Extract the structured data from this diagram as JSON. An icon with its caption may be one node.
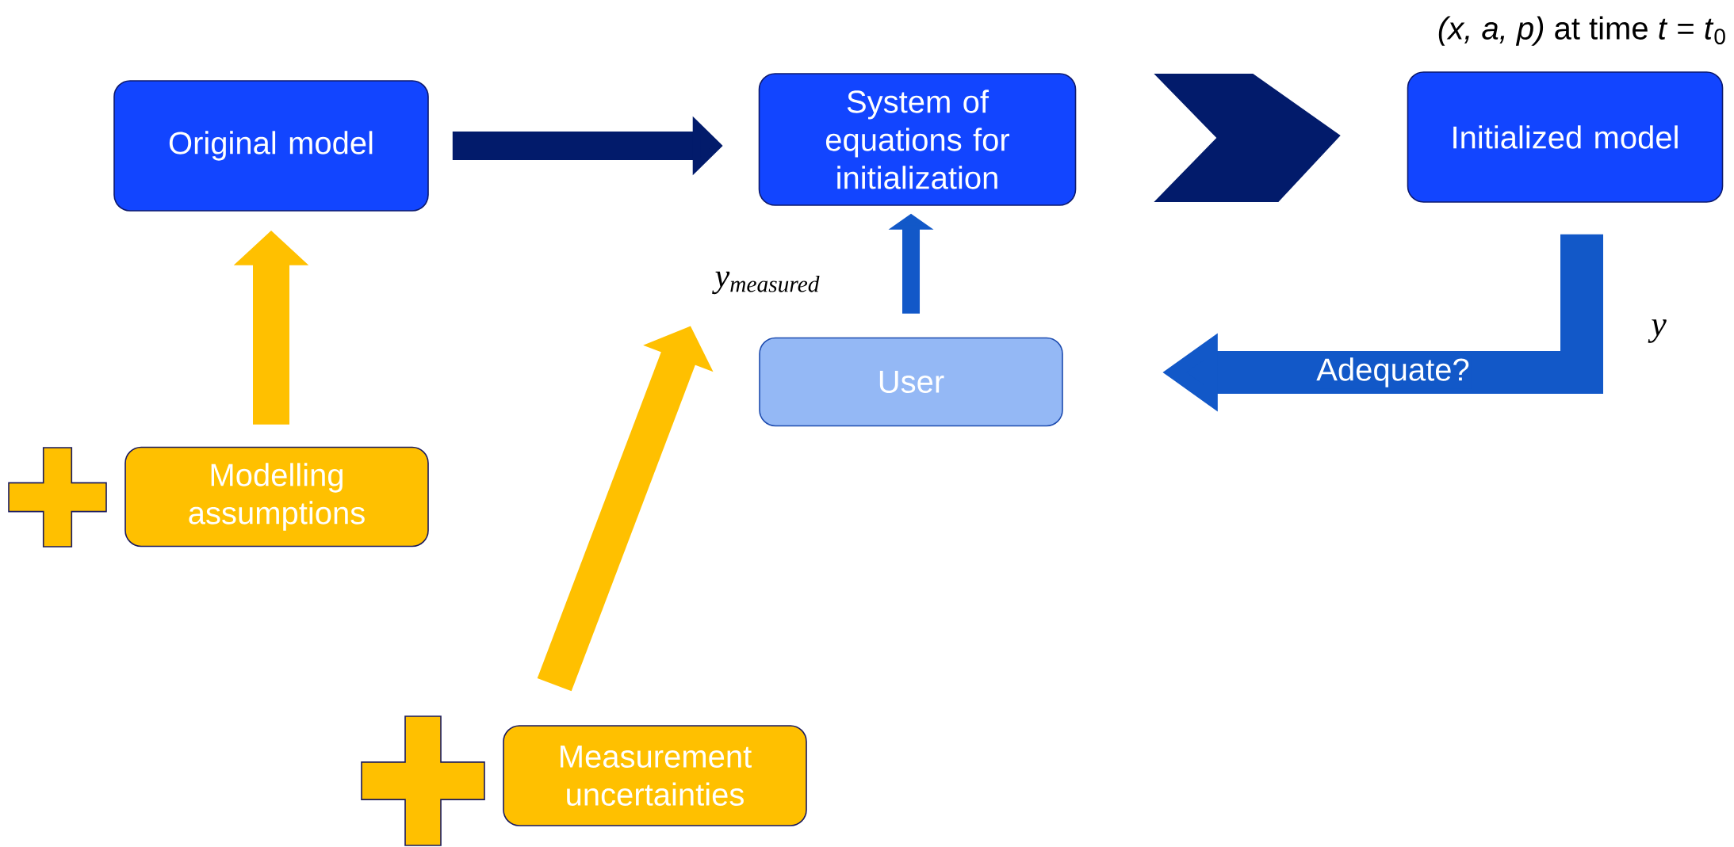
{
  "diagram": {
    "nodes": [
      {
        "text": [
          "Original model"
        ]
      },
      {
        "text": [
          "System of equations for initialization"
        ]
      },
      {
        "text": [
          "Initialized model"
        ],
        "beside": [
          "*(x, a, p)* at time *t* = *t*$_{0}$"
        ]
      },
      {
        "text": [
          "User"
        ]
      },
      {
        "text": [
          "Modelling assumptions"
        ]
      },
      {
        "text": [
          "Measurement uncertainties"
        ]
      },
      {
        "text": [
          "y$_{measured}$"
        ]
      }
    ],
    "edges": [
      {
        "from": 0,
        "to": 1,
        "arrow": "to",
        "color": "#021b6b"
      },
      {
        "from": 1,
        "to": 2,
        "arrow": "to",
        "color": "#021b6b"
      },
      {
        "from": 2,
        "to": 3,
        "arrow": "to",
        "label": "Adequate?",
        "color": "#1258c8"
      },
      {
        "from": 3,
        "to": 1,
        "arrow": "to",
        "color": "#1258c8"
      },
      {
        "from": 4,
        "to": 0,
        "arrow": "to",
        "color": "#ffc000"
      },
      {
        "from": 5,
        "to": 6,
        "arrow": "to",
        "color": "#ffc000"
      }
    ],
    "labels": [
      "y"
    ]
  }
}
